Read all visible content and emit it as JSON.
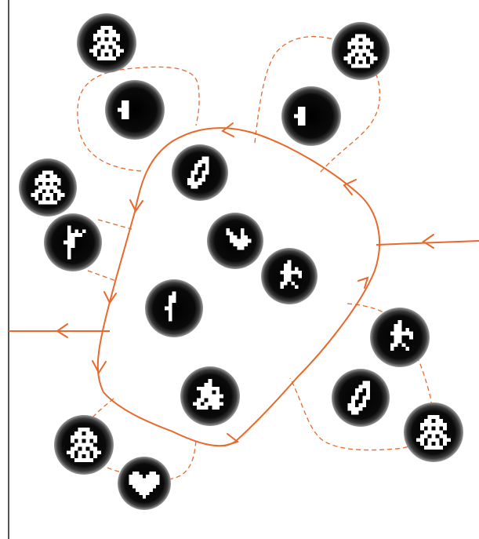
{
  "colors": {
    "background": "#ffffff",
    "path": "#e8692c",
    "disc": "#0a0a0a",
    "disc_edge": "#6e6e6e",
    "glyph": "#ffffff",
    "left_rule": "#555555"
  },
  "nodes": [
    {
      "id": "disc-top-left-small-face"
    },
    {
      "id": "disc-top-left-large-mark"
    },
    {
      "id": "disc-top-right-small-face"
    },
    {
      "id": "disc-top-right-large-mark"
    },
    {
      "id": "disc-center-top-zero"
    },
    {
      "id": "disc-left-upper-face"
    },
    {
      "id": "disc-left-lower-tree"
    },
    {
      "id": "disc-center-wave"
    },
    {
      "id": "disc-center-figure"
    },
    {
      "id": "disc-center-one"
    },
    {
      "id": "disc-right-figure"
    },
    {
      "id": "disc-right-zero"
    },
    {
      "id": "disc-right-bottom-face"
    },
    {
      "id": "disc-center-bottom-star"
    },
    {
      "id": "disc-bottom-left-face"
    },
    {
      "id": "disc-bottom-heart"
    }
  ]
}
